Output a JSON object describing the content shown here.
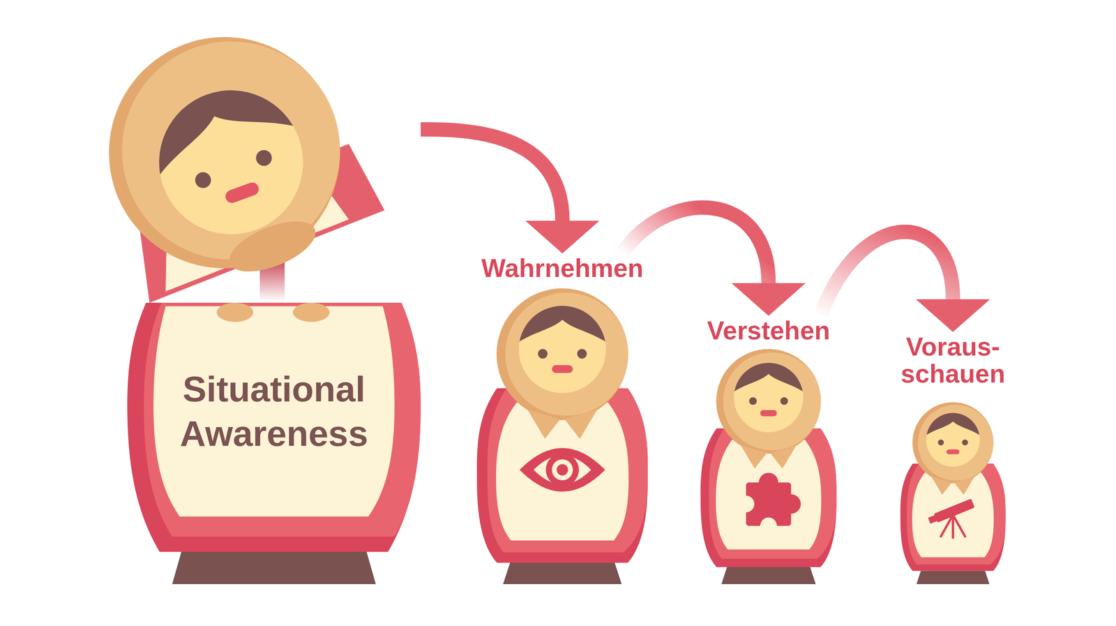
{
  "diagram": {
    "nodes": [
      {
        "text": [
          "Situational Awareness"
        ]
      },
      {
        "text": [
          "Wahrnehmen"
        ]
      },
      {
        "text": [
          "Verstehen"
        ]
      },
      {
        "text": [
          "Voraus- schauen"
        ]
      }
    ],
    "edges": [
      {
        "from": 0,
        "to": 1,
        "arrow": "to"
      },
      {
        "from": 1,
        "to": 2,
        "arrow": "to"
      },
      {
        "from": 2,
        "to": 3,
        "arrow": "to"
      }
    ]
  }
}
